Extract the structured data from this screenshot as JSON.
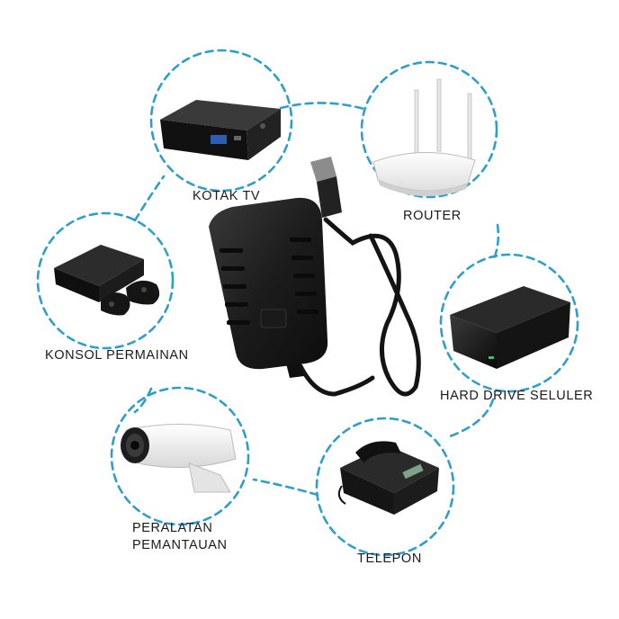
{
  "labels": {
    "tv_box": "KOTAK TV",
    "router": "ROUTER",
    "game_console": "KONSOL PERMAINAN",
    "portable_hard_drive": "HARD DRIVE SELULER",
    "surveillance_line1": "PERALATAN",
    "surveillance_line2": "PEMANTAUAN",
    "telephone": "TELEPON"
  },
  "colors": {
    "dashed_line": "#2f9fc9",
    "background": "#ffffff",
    "adapter": "#1b1b1b",
    "label_text": "#1a1a1a"
  },
  "icons": [
    "tv-box",
    "wifi-router",
    "game-console",
    "hard-drive",
    "cctv-camera",
    "desk-phone",
    "power-adapter"
  ]
}
